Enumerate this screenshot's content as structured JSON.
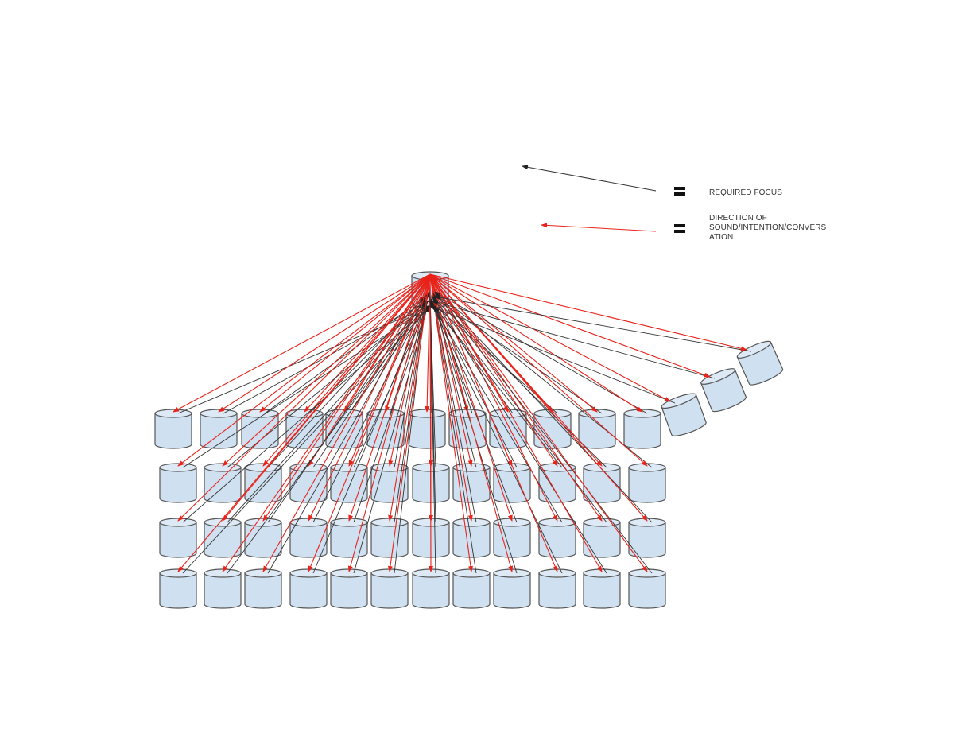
{
  "legend": {
    "items": [
      {
        "label": "REQUIRED FOCUS",
        "arrow_color": "#333333"
      },
      {
        "label_lines": [
          "DIRECTION OF",
          "SOUND/INTENTION/CONVERS",
          "ATION"
        ],
        "arrow_color": "#e8231a"
      }
    ]
  },
  "colors": {
    "cylinder_fill": "#cfe0f1",
    "cylinder_stroke": "#555555",
    "focus_arrow": "#333333",
    "sound_arrow": "#e8231a"
  }
}
